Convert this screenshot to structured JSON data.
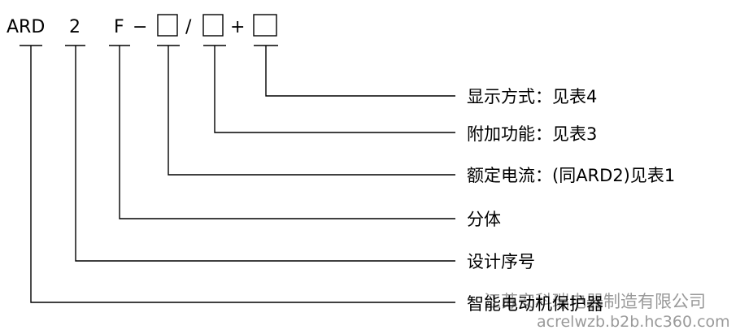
{
  "code": {
    "part1": "ARD",
    "part2": "2",
    "part3": "F",
    "dash": "−",
    "slash": "/",
    "plus": "+"
  },
  "labels": {
    "display_mode": "显示方式：见表4",
    "additional_functions": "附加功能：见表3",
    "rated_current": "额定电流：(同ARD2)见表1",
    "split_type": "分体",
    "design_serial": "设计序号",
    "intelligent_motor_protector": "智能电动机保护器"
  },
  "watermark": {
    "company": "江苏安科瑞电器制造有限公司",
    "url": "acrelwzb.b2b.hc360.com"
  }
}
